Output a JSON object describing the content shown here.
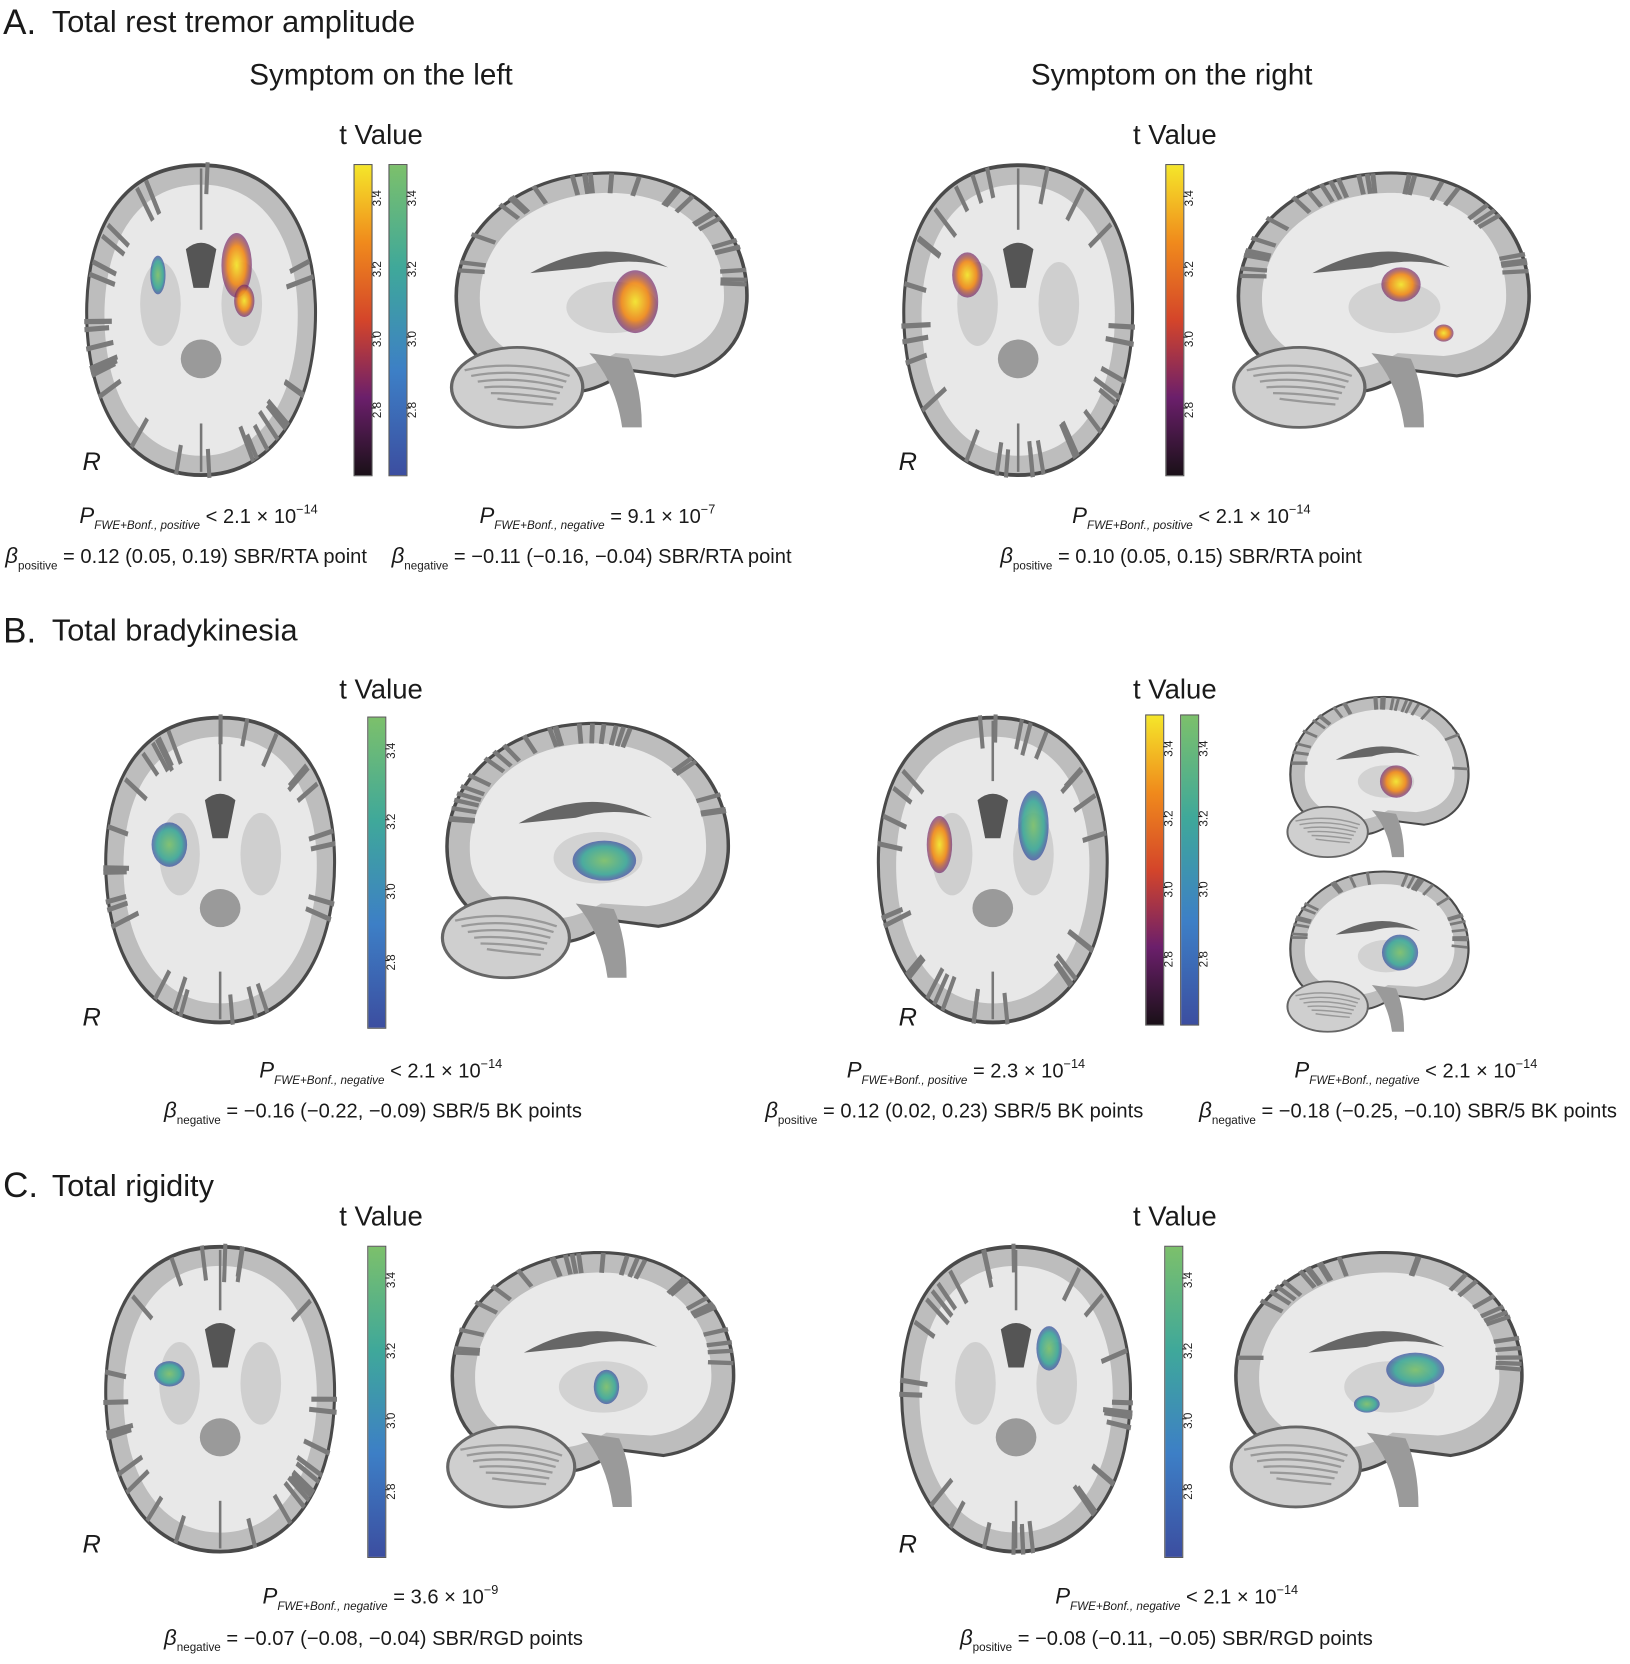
{
  "panels": {
    "a": {
      "letter": "A.",
      "title": "Total rest tremor amplitude",
      "left_title": "Symptom on the left",
      "right_title": "Symptom on the right",
      "t_label_left": "t Value",
      "t_label_right": "t Value",
      "r_left": "R",
      "r_right": "R",
      "stats": [
        {
          "p": "P",
          "p_sub": "FWE+Bonf., positive",
          "p_value": "< 2.1 × 10",
          "p_exp": "−14",
          "beta": "β",
          "beta_sub": "positive",
          "beta_value": "= 0.12 (0.05, 0.19) SBR/RTA point"
        },
        {
          "p": "P",
          "p_sub": "FWE+Bonf., negative",
          "p_value": "= 9.1 × 10",
          "p_exp": "−7",
          "beta": "β",
          "beta_sub": "negative",
          "beta_value": "= −0.11 (−0.16, −0.04) SBR/RTA point"
        },
        {
          "p": "P",
          "p_sub": "FWE+Bonf., positive",
          "p_value": "< 2.1 × 10",
          "p_exp": "−14",
          "beta": "β",
          "beta_sub": "positive",
          "beta_value": "= 0.10 (0.05, 0.15) SBR/RTA point"
        }
      ]
    },
    "b": {
      "letter": "B.",
      "title": "Total bradykinesia",
      "t_label_left": "t Value",
      "t_label_right": "t Value",
      "r_left": "R",
      "r_right": "R",
      "stats": [
        {
          "p": "P",
          "p_sub": "FWE+Bonf., negative",
          "p_value": "< 2.1 × 10",
          "p_exp": "−14",
          "beta": "β",
          "beta_sub": "negative",
          "beta_value": "= −0.16 (−0.22, −0.09) SBR/5 BK points"
        },
        {
          "p": "P",
          "p_sub": "FWE+Bonf., positive",
          "p_value": "= 2.3 × 10",
          "p_exp": "−14",
          "beta": "β",
          "beta_sub": "positive",
          "beta_value": "= 0.12 (0.02, 0.23) SBR/5 BK points"
        },
        {
          "p": "P",
          "p_sub": "FWE+Bonf., negative",
          "p_value": "< 2.1 × 10",
          "p_exp": "−14",
          "beta": "β",
          "beta_sub": "negative",
          "beta_value": "= −0.18 (−0.25, −0.10) SBR/5 BK points"
        }
      ]
    },
    "c": {
      "letter": "C.",
      "title": "Total rigidity",
      "t_label_left": "t Value",
      "t_label_right": "t Value",
      "r_left": "R",
      "r_right": "R",
      "stats": [
        {
          "p": "P",
          "p_sub": "FWE+Bonf., negative",
          "p_value": "= 3.6 × 10",
          "p_exp": "−9",
          "beta": "β",
          "beta_sub": "negative",
          "beta_value": "= −0.07 (−0.08, −0.04) SBR/RGD points"
        },
        {
          "p": "P",
          "p_sub": "FWE+Bonf., negative",
          "p_value": "< 2.1 × 10",
          "p_exp": "−14",
          "beta": "β",
          "beta_sub": "positive",
          "beta_value": "= −0.08 (−0.11, −0.05) SBR/RGD points"
        }
      ]
    }
  },
  "colorbar": {
    "ticks": [
      "2.8",
      "3.0",
      "3.2",
      "3.4"
    ],
    "hot_colors": [
      "#1a1018",
      "#6b1f6b",
      "#d4452a",
      "#f08a1c",
      "#f5e62a"
    ],
    "cool_colors": [
      "#3c4ea0",
      "#3d7fc6",
      "#3fa89a",
      "#7cc06b"
    ]
  }
}
